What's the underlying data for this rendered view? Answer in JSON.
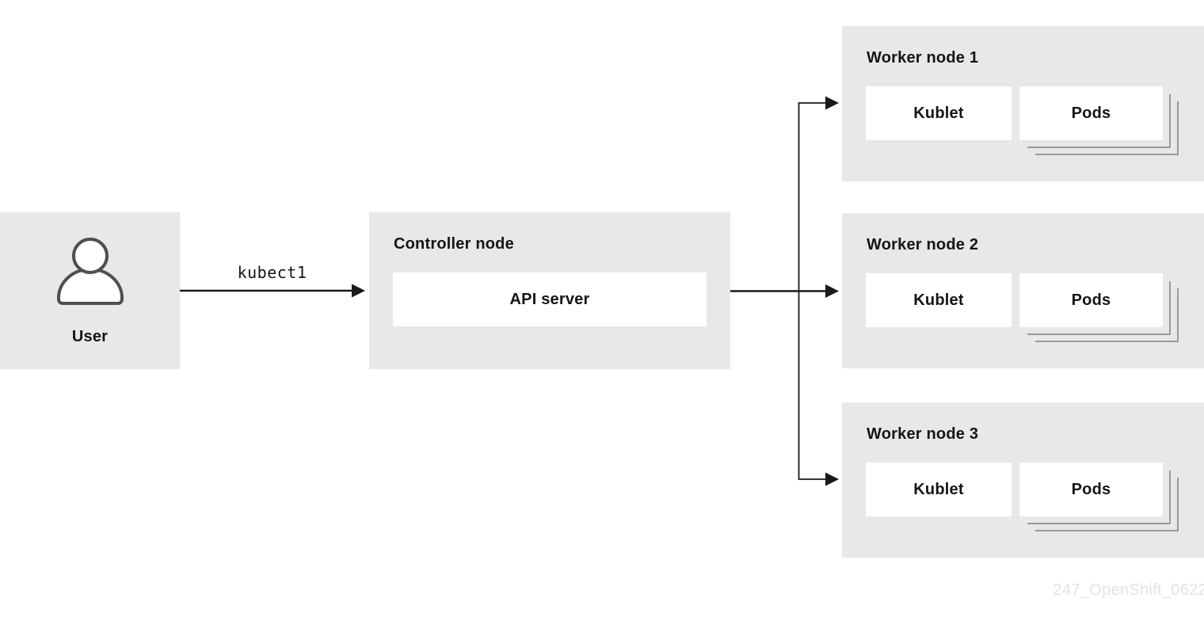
{
  "diagram": {
    "user": {
      "label": "User"
    },
    "command_label": "kubect1",
    "controller": {
      "title": "Controller node",
      "api_server_label": "API server"
    },
    "workers": [
      {
        "title": "Worker node 1",
        "kublet_label": "Kublet",
        "pods_label": "Pods"
      },
      {
        "title": "Worker node 2",
        "kublet_label": "Kublet",
        "pods_label": "Pods"
      },
      {
        "title": "Worker node 3",
        "kublet_label": "Kublet",
        "pods_label": "Pods"
      }
    ],
    "watermark": "247_OpenShift_0622",
    "colors": {
      "node_bg": "#e8e8e8",
      "inner_bg": "#ffffff",
      "text": "#151515",
      "line": "#1a1a1a",
      "stack_line": "#9a9a9a",
      "watermark": "#e4e3e2",
      "icon_stroke": "#4f4f4f"
    }
  }
}
